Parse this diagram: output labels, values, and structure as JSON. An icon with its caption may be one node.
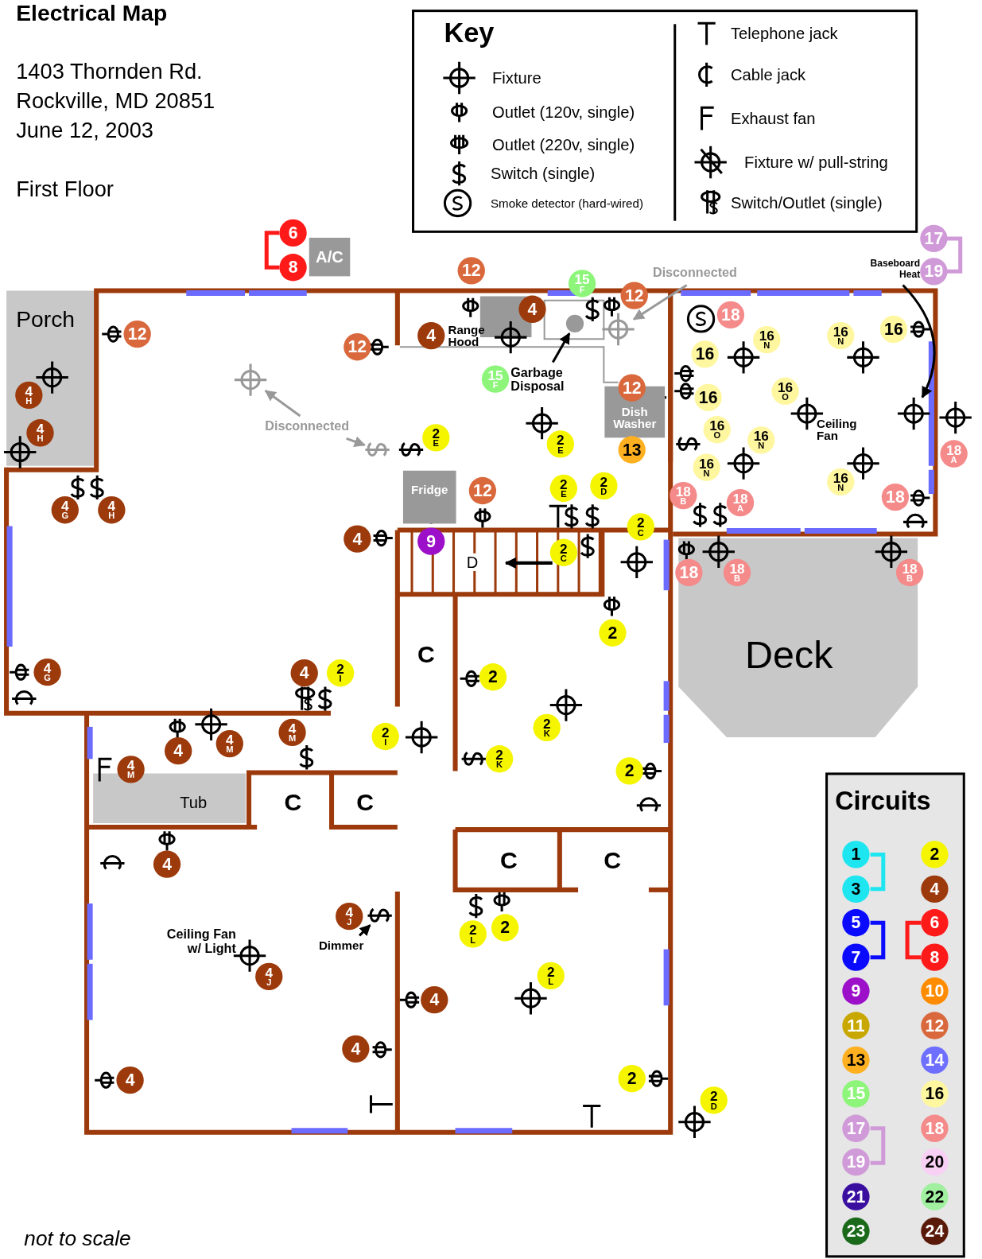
{
  "diagram": {
    "title": "Electrical Map",
    "nodes": [
      {
        "text": [
          "Disconnected"
        ]
      },
      {
        "text": [],
        "shape": "circle"
      },
      {
        "text": [],
        "shape": "picture"
      },
      {
        "text": [
          "Disconnected"
        ]
      },
      {
        "text": [],
        "shape": "circle"
      },
      {
        "text": [
          "Garbage Disposal"
        ]
      },
      {
        "text": [],
        "shape": "circle"
      },
      {
        "text": [
          "Dimmer"
        ]
      },
      {
        "text": [],
        "shape": "picture"
      },
      {
        "text": [
          "Baseboard Heat"
        ]
      },
      {
        "text": [],
        "shape": "circle"
      }
    ],
    "edges": [
      {
        "from": 0,
        "to": 1,
        "arrow": "to",
        "color": "#999999"
      },
      {
        "from": 0,
        "to": 2,
        "arrow": "to",
        "color": "#999999"
      },
      {
        "from": 3,
        "to": 4,
        "arrow": "to",
        "color": "#999999"
      },
      {
        "from": 5,
        "to": 6,
        "arrow": "to",
        "color": "#000000"
      },
      {
        "from": 7,
        "to": 8,
        "arrow": "to",
        "color": "#000000"
      },
      {
        "from": 9,
        "to": 10,
        "arrow": "to",
        "color": "#000000"
      }
    ],
    "labels": [
      "1403 Thornden Rd.",
      "Rockville, MD 20851",
      "June 12, 2003",
      "First Floor",
      "Key",
      "A/C",
      "Porch",
      "Range Hood",
      "Ceiling Fan",
      "Fridge",
      "Dish Washer",
      "D",
      "Deck",
      "C",
      "Tub",
      "C",
      "C",
      "C",
      "C",
      "Ceiling Fan w/ Light",
      "Circuits",
      "not to scale",
      "6",
      "17",
      "8",
      "12",
      "19",
      "15$_{F}$",
      "12",
      "4",
      "18",
      "12",
      "4",
      "16$_{N}$",
      "16$_{N}$",
      "16",
      "12",
      "16",
      "15$_{F}$",
      "12",
      "4$_{H}$",
      "16",
      "16$_{O}$",
      "4$_{H}$",
      "2$_{E}$",
      "2$_{E}$",
      "13",
      "16$_{O}$",
      "16$_{N}$",
      "18$_{A}$",
      "16$_{N}$",
      "12",
      "2$_{E}$",
      "2$_{D}$",
      "16$_{N}$",
      "18$_{B}$",
      "18$_{A}$",
      "18",
      "4$_{G}$",
      "4$_{H}$",
      "2$_{C}$",
      "4",
      "9",
      "2$_{C}$",
      "18",
      "18$_{B}$",
      "18$_{B}$",
      "2",
      "4$_{G}$",
      "4",
      "2$_{I}$",
      "2",
      "4$_{M}$",
      "2$_{I}$",
      "2$_{K}$",
      "4",
      "4$_{M}$",
      "4$_{M}$",
      "2$_{K}$",
      "2",
      "4",
      "4$_{J}$",
      "2",
      "2$_{L}$",
      "4$_{J}$",
      "2$_{L}$",
      "4",
      "4",
      "4",
      "2",
      "2$_{D}$"
    ],
    "legend": [
      {
        "text": "Fixture"
      },
      {
        "text": "Outlet (120v, single)"
      },
      {
        "text": "Outlet (220v, single)"
      },
      {
        "text": "Switch (single)"
      },
      {
        "text": "Smoke detector (hard-wired)"
      },
      {
        "text": "Telephone jack"
      },
      {
        "text": "Cable jack"
      },
      {
        "text": "Exhaust fan"
      },
      {
        "text": "Fixture w/ pull-string"
      },
      {
        "text": "Switch/Outlet (single)"
      },
      {
        "text": "1",
        "color": "#1ee6f0"
      },
      {
        "text": "2",
        "color": "#f5f500"
      },
      {
        "text": "3",
        "color": "#1ee6f0"
      },
      {
        "text": "4",
        "color": "#9c3a0c"
      },
      {
        "text": "5",
        "color": "#0a0aff"
      },
      {
        "text": "6",
        "color": "#ff1a1a"
      },
      {
        "text": "7",
        "color": "#0a0aff"
      },
      {
        "text": "8",
        "color": "#ff1a1a"
      },
      {
        "text": "9",
        "color": "#9b10c8"
      },
      {
        "text": "10",
        "color": "#ff8c00"
      },
      {
        "text": "11",
        "color": "#c8a800"
      },
      {
        "text": "12",
        "color": "#d9683c"
      },
      {
        "text": "13",
        "color": "#ffb020"
      },
      {
        "text": "14",
        "color": "#6f6fff"
      },
      {
        "text": "15",
        "color": "#8df57a"
      },
      {
        "text": "16",
        "color": "#fff7a0"
      },
      {
        "text": "17",
        "color": "#d09ad8"
      },
      {
        "text": "18",
        "color": "#f58a8a"
      },
      {
        "text": "19",
        "color": "#d09ad8"
      },
      {
        "text": "20",
        "color": "#f9d0f5"
      },
      {
        "text": "21",
        "color": "#3a0fa0"
      },
      {
        "text": "22",
        "color": "#a0f0a0"
      },
      {
        "text": "23",
        "color": "#1a6a1a"
      },
      {
        "text": "24",
        "color": "#5a1a0a"
      }
    ]
  }
}
